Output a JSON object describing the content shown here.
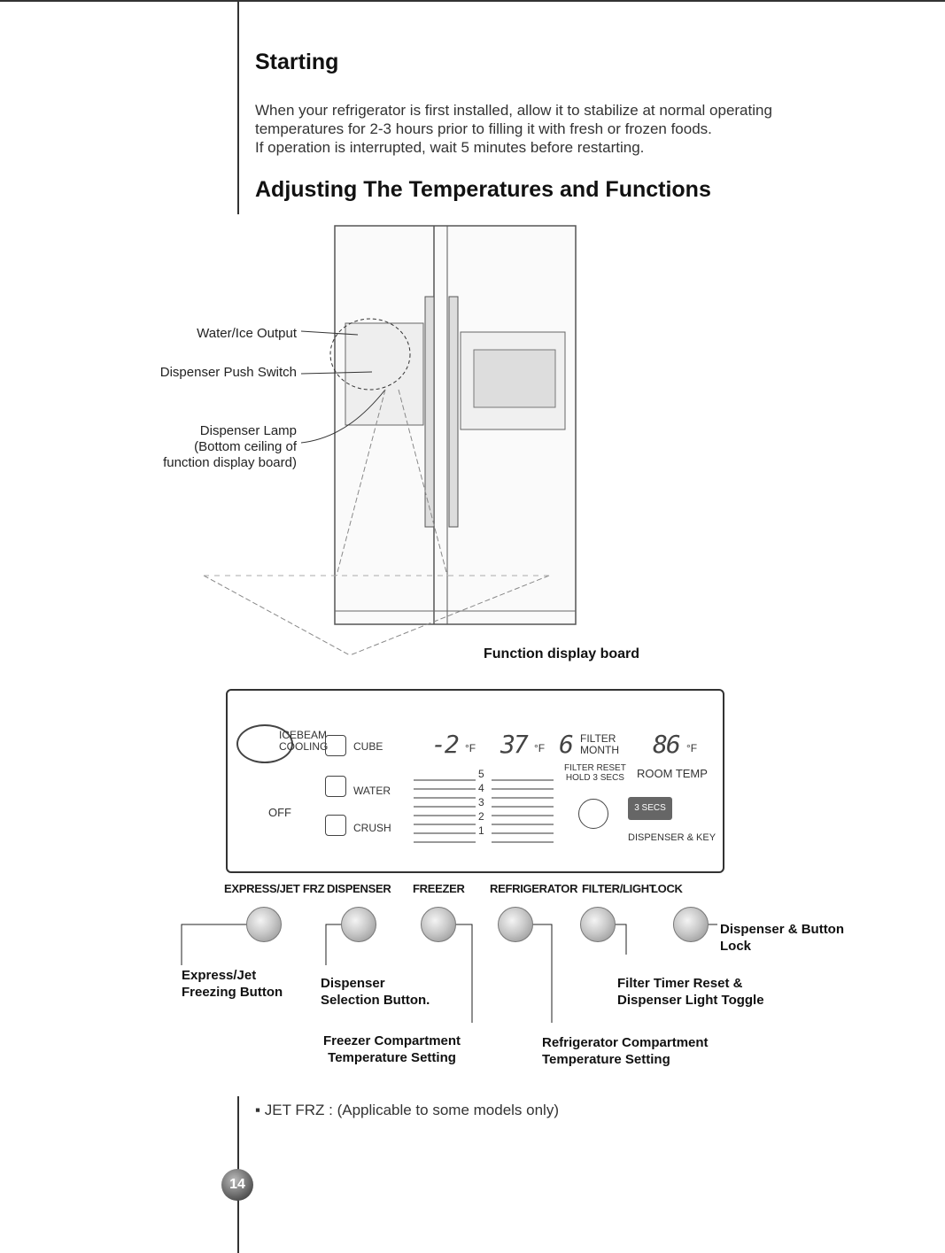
{
  "sections": {
    "starting": {
      "title": "Starting",
      "paragraph": [
        "When your refrigerator is first installed, allow it to stabilize at normal operating temperatures for 2-3 hours prior to filling it with fresh or frozen foods.",
        "If operation is interrupted, wait 5 minutes before restarting."
      ]
    },
    "adjusting": {
      "title": "Adjusting The Temperatures and Functions"
    }
  },
  "fridge_labels": {
    "water_ice_output": "Water/Ice Output",
    "dispenser_push_switch": "Dispenser Push Switch",
    "dispenser_lamp": [
      "Dispenser Lamp",
      "(Bottom ceiling of",
      "function display board)"
    ],
    "function_display_board": "Function display board"
  },
  "display_board": {
    "icebeam": [
      "ICEBEAM",
      "COOLING"
    ],
    "off": "OFF",
    "cube": "CUBE",
    "water": "WATER",
    "crush": "CRUSH",
    "freezer_temp": "-2",
    "fridge_temp": "37",
    "unit_f": "°F",
    "levels": [
      "5",
      "4",
      "3",
      "2",
      "1"
    ],
    "filter_digit": "6",
    "filter": [
      "FILTER",
      "MONTH"
    ],
    "filter_reset": [
      "FILTER RESET",
      "HOLD 3 SECS"
    ],
    "room_temp_value": "86",
    "room_temp": "ROOM TEMP",
    "three_secs": "3 SECS",
    "dispenser_key": "DISPENSER & KEY"
  },
  "buttons": {
    "express_jet_frz": "EXPRESS/JET FRZ",
    "dispenser": "DISPENSER",
    "freezer": "FREEZER",
    "refrigerator": "REFRIGERATOR",
    "filter_light": "FILTER/LIGHT",
    "lock": "LOCK"
  },
  "callouts": {
    "express_jet": [
      "Express/Jet",
      "Freezing Button"
    ],
    "dispenser_sel": [
      "Dispenser",
      "Selection Button."
    ],
    "freezer_comp": [
      "Freezer Compartment",
      "Temperature Setting"
    ],
    "refrigerator_comp": [
      "Refrigerator Compartment",
      "Temperature Setting"
    ],
    "filter_timer": [
      "Filter Timer Reset &",
      "Dispenser Light Toggle"
    ],
    "dispenser_lock": [
      "Dispenser & Button",
      "Lock"
    ]
  },
  "note": "▪ JET FRZ : (Applicable to some models only)",
  "page_number": "14"
}
